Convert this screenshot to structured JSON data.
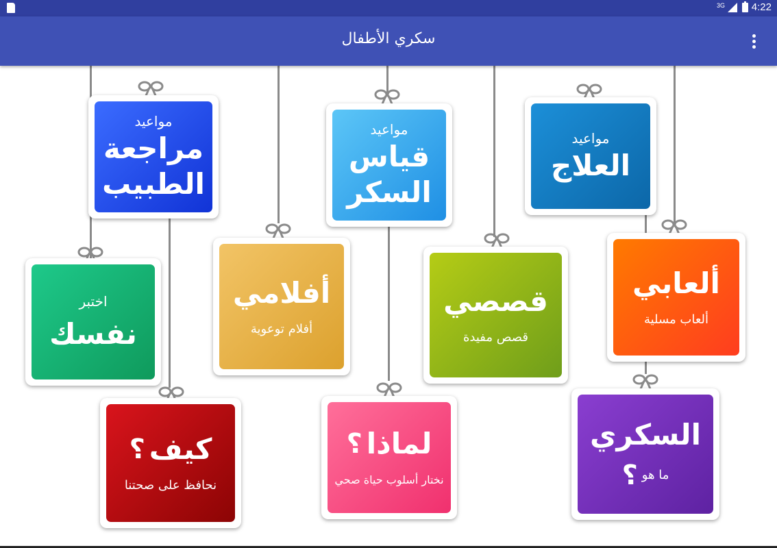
{
  "status": {
    "network": "3G",
    "time": "4:22"
  },
  "appbar": {
    "title": "سكري الأطفال",
    "menu_icon": "more-vert-icon"
  },
  "cards": {
    "doctor": {
      "top": "مواعيد",
      "title_line1": "مراجعة",
      "title_line2": "الطبيب"
    },
    "sugar": {
      "top": "مواعيد",
      "title_line1": "قياس",
      "title_line2": "السكر"
    },
    "treatment": {
      "top": "مواعيد",
      "title": "العلاج"
    },
    "test": {
      "top": "اختبر",
      "title": "نفسك"
    },
    "movies": {
      "title": "أفلامي",
      "subtitle": "أفلام توعوية"
    },
    "stories": {
      "title": "قصصي",
      "subtitle": "قصص مفيدة"
    },
    "games": {
      "title": "ألعابي",
      "subtitle": "ألعاب مسلية"
    },
    "how": {
      "title": "كيف",
      "mark": "؟",
      "subtitle": "نحافظ على صحتنا"
    },
    "why": {
      "title": "لماذا",
      "mark": "؟",
      "subtitle": "نختار أسلوب حياة صحي"
    },
    "diabetes": {
      "title": "السكري",
      "subtitle": "ما هو",
      "mark": "؟"
    }
  },
  "colors": {
    "appbar": "#3f51b5",
    "statusbar": "#303f9f",
    "doctor": "#2a4ef0",
    "sugar": "#3aa8ee",
    "treatment": "#1580c8",
    "test": "#14a36a",
    "movies": "#e7ad3a",
    "stories": "#8fb81a",
    "games": "#ff5a10",
    "how": "#c80e10",
    "why": "#f2417a",
    "diabetes": "#7a2fb8"
  }
}
